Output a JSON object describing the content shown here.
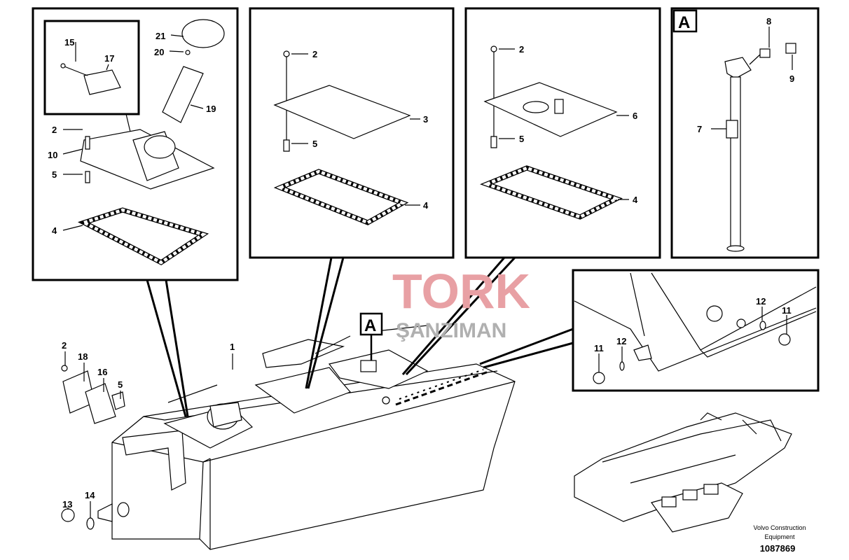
{
  "panels": {
    "filler": {
      "callouts": [
        "15",
        "17",
        "21",
        "20",
        "19",
        "2",
        "10",
        "5",
        "4"
      ]
    },
    "cover_plate": {
      "callouts": [
        "2",
        "3",
        "5",
        "4"
      ]
    },
    "sender_plate": {
      "callouts": [
        "2",
        "6",
        "5",
        "4"
      ]
    },
    "detail_a": {
      "tag": "A",
      "callouts": [
        "8",
        "9",
        "7"
      ]
    },
    "drain": {
      "callouts": [
        "12",
        "11",
        "11",
        "12"
      ]
    }
  },
  "main": {
    "tag": "A",
    "callouts": [
      "1",
      "2",
      "18",
      "16",
      "5",
      "13",
      "14"
    ]
  },
  "watermark": {
    "brand": "TORK",
    "sub": "ŞANZIMAN"
  },
  "footer": {
    "company": "Volvo Construction",
    "company2": "Equipment",
    "drawing_number": "1087869"
  }
}
